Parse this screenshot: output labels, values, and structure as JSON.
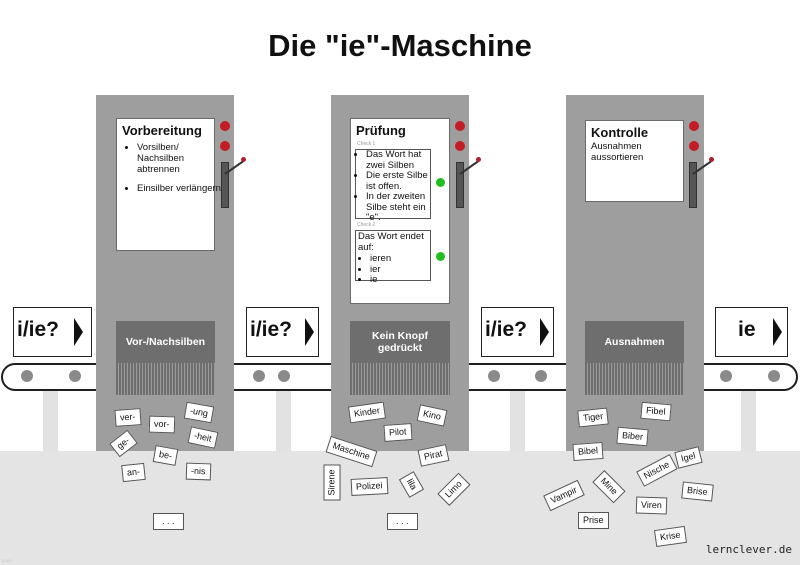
{
  "title": "Die \"ie\"-Maschine",
  "signs": [
    "i/ie?",
    "i/ie?",
    "i/ie?",
    "ie"
  ],
  "machines": {
    "vorbereitung": {
      "title": "Vorbereitung",
      "bullets": [
        "Vorsilben/ Nachsilben abtrennen",
        "Einsilber verlängern"
      ],
      "panel": "Vor-/Nachsilben",
      "cards": [
        "ver-",
        "vor-",
        "-ung",
        "ge-",
        "-heit",
        "be-",
        "an-",
        "-nis",
        ". . ."
      ]
    },
    "pruefung": {
      "title": "Prüfung",
      "check1_caption": "Check 1",
      "check1_items": [
        "Das Wort hat zwei Silben",
        "Die erste Silbe ist offen.",
        "In der zweiten Silbe steht ein \"e\"."
      ],
      "check2_caption": "Check 2",
      "check2_head": "Das Wort endet auf:",
      "check2_items": [
        "ieren",
        "ier",
        "ie"
      ],
      "panel": "Kein Knopf gedrückt",
      "cards": [
        "Kinder",
        "Kino",
        "Pilot",
        "Maschine",
        "Pirat",
        "Sirene",
        "Polizei",
        "lila",
        "Limo",
        ". . ."
      ]
    },
    "kontrolle": {
      "title": "Kontrolle",
      "text": "Ausnahmen aussortieren",
      "panel": "Ausnahmen",
      "cards": [
        "Tiger",
        "Fibel",
        "Biber",
        "Bibel",
        "Igel",
        "Nische",
        "Vampir",
        "Mine",
        "Brise",
        "Viren",
        "Prise",
        "Krise"
      ]
    }
  },
  "watermark": "lernclever.de",
  "footer_tiny": "2 2 0 -"
}
